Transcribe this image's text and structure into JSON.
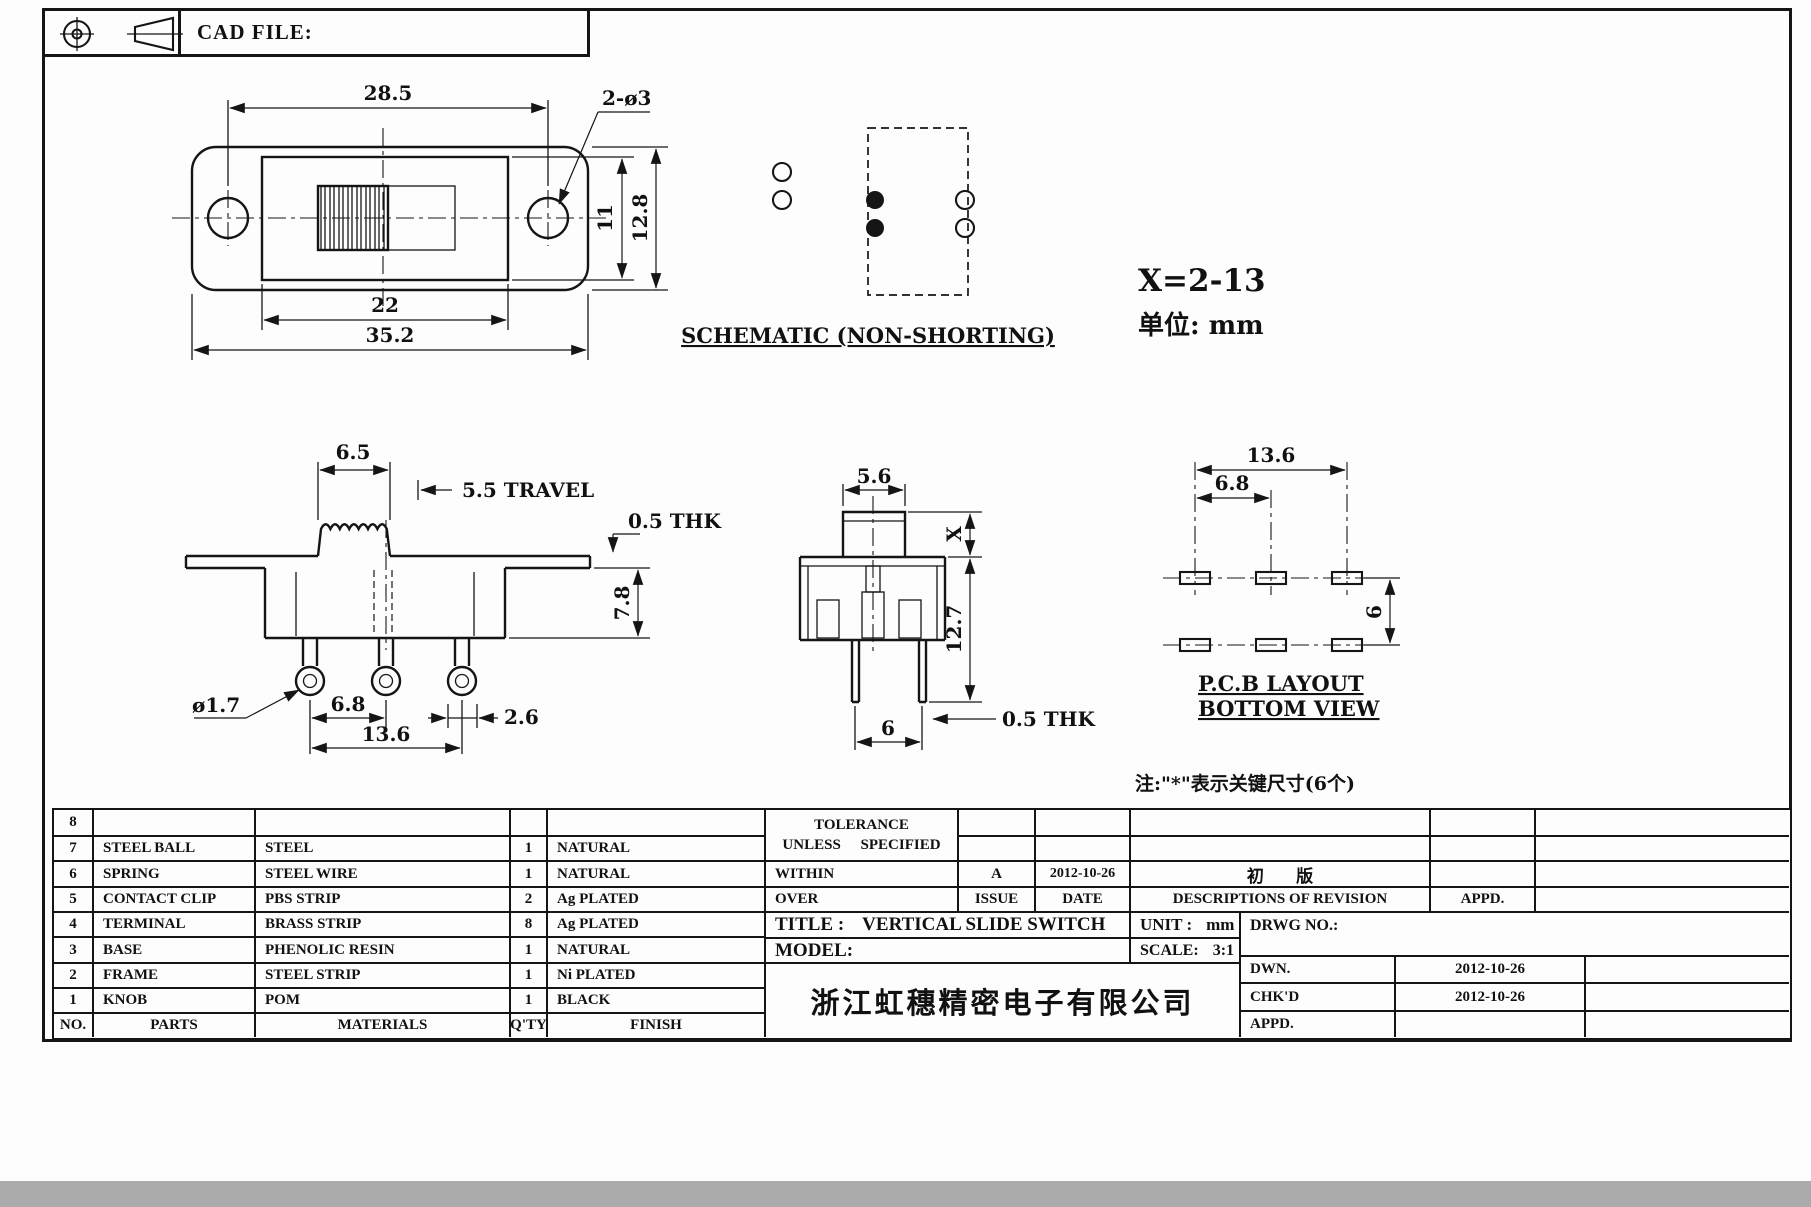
{
  "header": {
    "cad_file_label": "CAD FILE:"
  },
  "top_view": {
    "dims": {
      "width_holes": "28.5",
      "holes": "2-ø3",
      "inner_height": "11",
      "outer_height": "12.8",
      "inner_width": "22",
      "outer_width": "35.2"
    }
  },
  "schematic": {
    "caption": "SCHEMATIC (NON-SHORTING)"
  },
  "side_notes": {
    "x_range": "X=2-13",
    "unit": "单位: mm",
    "key_note": "注:\"*\"表示关键尺寸(6个)"
  },
  "front_view": {
    "dims": {
      "knob_width": "6.5",
      "travel": "5.5 TRAVEL",
      "plate_thk": "0.5 THK",
      "body_height": "7.8",
      "hole_dia": "ø1.7",
      "pitch": "6.8",
      "terminal_width": "2.6",
      "span": "13.6"
    }
  },
  "side_view": {
    "dims": {
      "knob_width": "5.6",
      "knob_height": "X",
      "body_height": "12.7",
      "pin_thk": "0.5 THK",
      "pin_pitch": "6"
    }
  },
  "pcb_view": {
    "caption_line1": "P.C.B LAYOUT",
    "caption_line2": "BOTTOM VIEW",
    "dims": {
      "span": "13.6",
      "pitch": "6.8",
      "row_pitch": "6"
    }
  },
  "parts_table": {
    "headers": {
      "no": "NO.",
      "parts": "PARTS",
      "materials": "MATERIALS",
      "qty": "Q'TY",
      "finish": "FINISH"
    },
    "rows": [
      {
        "no": "8",
        "part": "",
        "material": "",
        "qty": "",
        "finish": ""
      },
      {
        "no": "7",
        "part": "STEEL BALL",
        "material": "STEEL",
        "qty": "1",
        "finish": "NATURAL"
      },
      {
        "no": "6",
        "part": "SPRING",
        "material": "STEEL WIRE",
        "qty": "1",
        "finish": "NATURAL"
      },
      {
        "no": "5",
        "part": "CONTACT CLIP",
        "material": "PBS STRIP",
        "qty": "2",
        "finish": "Ag PLATED"
      },
      {
        "no": "4",
        "part": "TERMINAL",
        "material": "BRASS STRIP",
        "qty": "8",
        "finish": "Ag PLATED"
      },
      {
        "no": "3",
        "part": "BASE",
        "material": "PHENOLIC RESIN",
        "qty": "1",
        "finish": "NATURAL"
      },
      {
        "no": "2",
        "part": "FRAME",
        "material": "STEEL STRIP",
        "qty": "1",
        "finish": "Ni PLATED"
      },
      {
        "no": "1",
        "part": "KNOB",
        "material": "POM",
        "qty": "1",
        "finish": "BLACK"
      }
    ]
  },
  "title_block": {
    "tolerance_line1": "TOLERANCE",
    "tolerance_line2": "UNLESS SPECIFIED",
    "within_label": "WITHIN",
    "over_label": "OVER",
    "issue_value": "A",
    "issue_date": "2012-10-26",
    "issue_label": "ISSUE",
    "date_label": "DATE",
    "revision_value": "初 版",
    "revision_label": "DESCRIPTIONS OF REVISION",
    "appd_label": "APPD.",
    "title_label": "TITLE :",
    "title_value": "VERTICAL SLIDE SWITCH",
    "unit_label": "UNIT :",
    "unit_value": "mm",
    "drwg_label": "DRWG NO.:",
    "model_label": "MODEL:",
    "scale_label": "SCALE:",
    "scale_value": "3:1",
    "dwn_label": "DWN.",
    "dwn_date": "2012-10-26",
    "chkd_label": "CHK'D",
    "chkd_date": "2012-10-26",
    "appd_row_label": "APPD.",
    "company": "浙江虹穗精密电子有限公司"
  }
}
